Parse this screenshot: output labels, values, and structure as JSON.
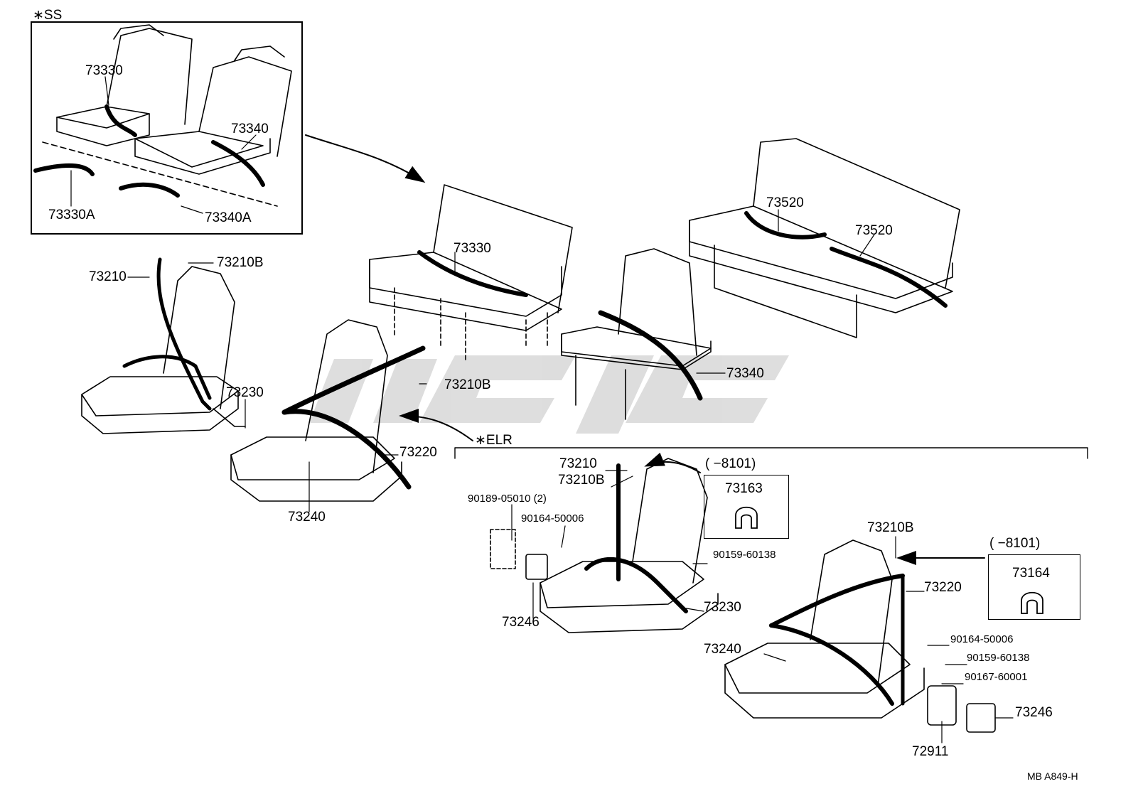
{
  "diagram_code": "MB  A849-H",
  "notes": {
    "ss": "∗SS",
    "elr": "∗ELR"
  },
  "ss_inset": {
    "labels": [
      "73330",
      "73340",
      "73330A",
      "73340A"
    ]
  },
  "front_left": {
    "labels": [
      "73210",
      "73210B",
      "73230"
    ]
  },
  "front_right": {
    "labels": [
      "73210B",
      "73220",
      "73240"
    ]
  },
  "rear_bench": {
    "label": "73330"
  },
  "third_row": {
    "labels": [
      "73520",
      "73520"
    ]
  },
  "rear_single": {
    "label": "73340"
  },
  "elr_left": {
    "labels": [
      "73210",
      "73210B",
      "90189-05010 (2)",
      "90164-50006",
      "90159-60138",
      "73230",
      "73246"
    ],
    "note_box": {
      "range": "(         −8101)",
      "part": "73163"
    }
  },
  "elr_right": {
    "labels": [
      "73210B",
      "73220",
      "90164-50006",
      "90159-60138",
      "90167-60001",
      "73240",
      "73246",
      "72911"
    ],
    "note_box": {
      "range": "(         −8101)",
      "part": "73164"
    }
  }
}
